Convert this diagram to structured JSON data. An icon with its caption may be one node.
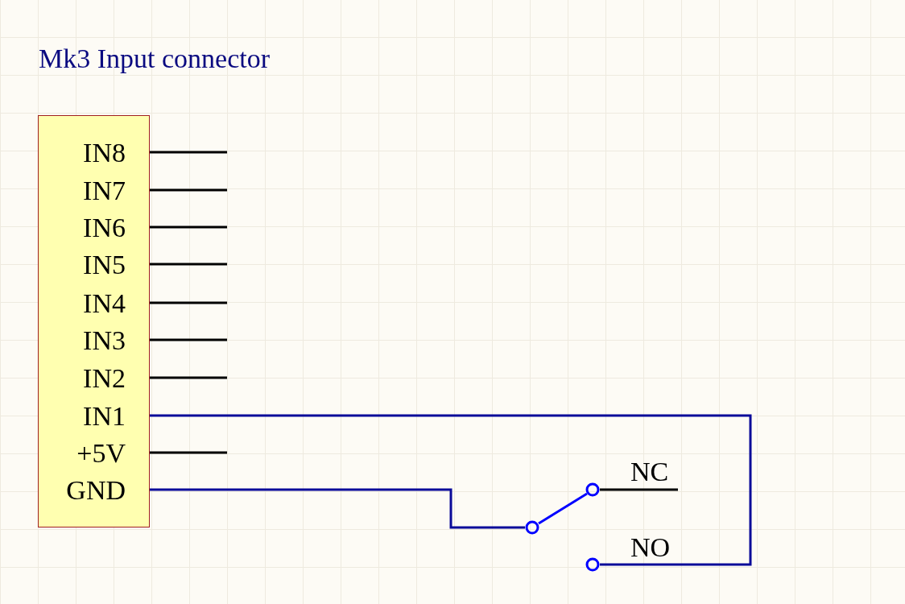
{
  "diagram": {
    "title": "Mk3 Input connector",
    "nodes": [
      {
        "text": [],
        "shape": "box"
      },
      {
        "text": [
          "IN8"
        ],
        "in": 0
      },
      {
        "text": [
          "IN7"
        ],
        "in": 0
      },
      {
        "text": [
          "IN6"
        ],
        "in": 0
      },
      {
        "text": [
          "IN5"
        ],
        "in": 0
      },
      {
        "text": [
          "IN4"
        ],
        "in": 0
      },
      {
        "text": [
          "IN3"
        ],
        "in": 0
      },
      {
        "text": [
          "IN2"
        ],
        "in": 0
      },
      {
        "text": [
          "IN1"
        ],
        "in": 0
      },
      {
        "text": [
          "+5V"
        ],
        "in": 0
      },
      {
        "text": [
          "GND"
        ],
        "in": 0
      },
      {
        "text": [],
        "shape": "circle",
        "beside": [
          "NC"
        ]
      },
      {
        "text": [],
        "shape": "circle"
      },
      {
        "text": [],
        "shape": "circle",
        "beside": [
          "NO"
        ]
      }
    ],
    "edges": [
      {
        "from": 8,
        "to": 13,
        "arrow": "none"
      },
      {
        "from": 10,
        "to": 12,
        "arrow": "none"
      },
      {
        "from": 12,
        "to": 11,
        "arrow": "none",
        "color": "#0000ff"
      }
    ]
  }
}
